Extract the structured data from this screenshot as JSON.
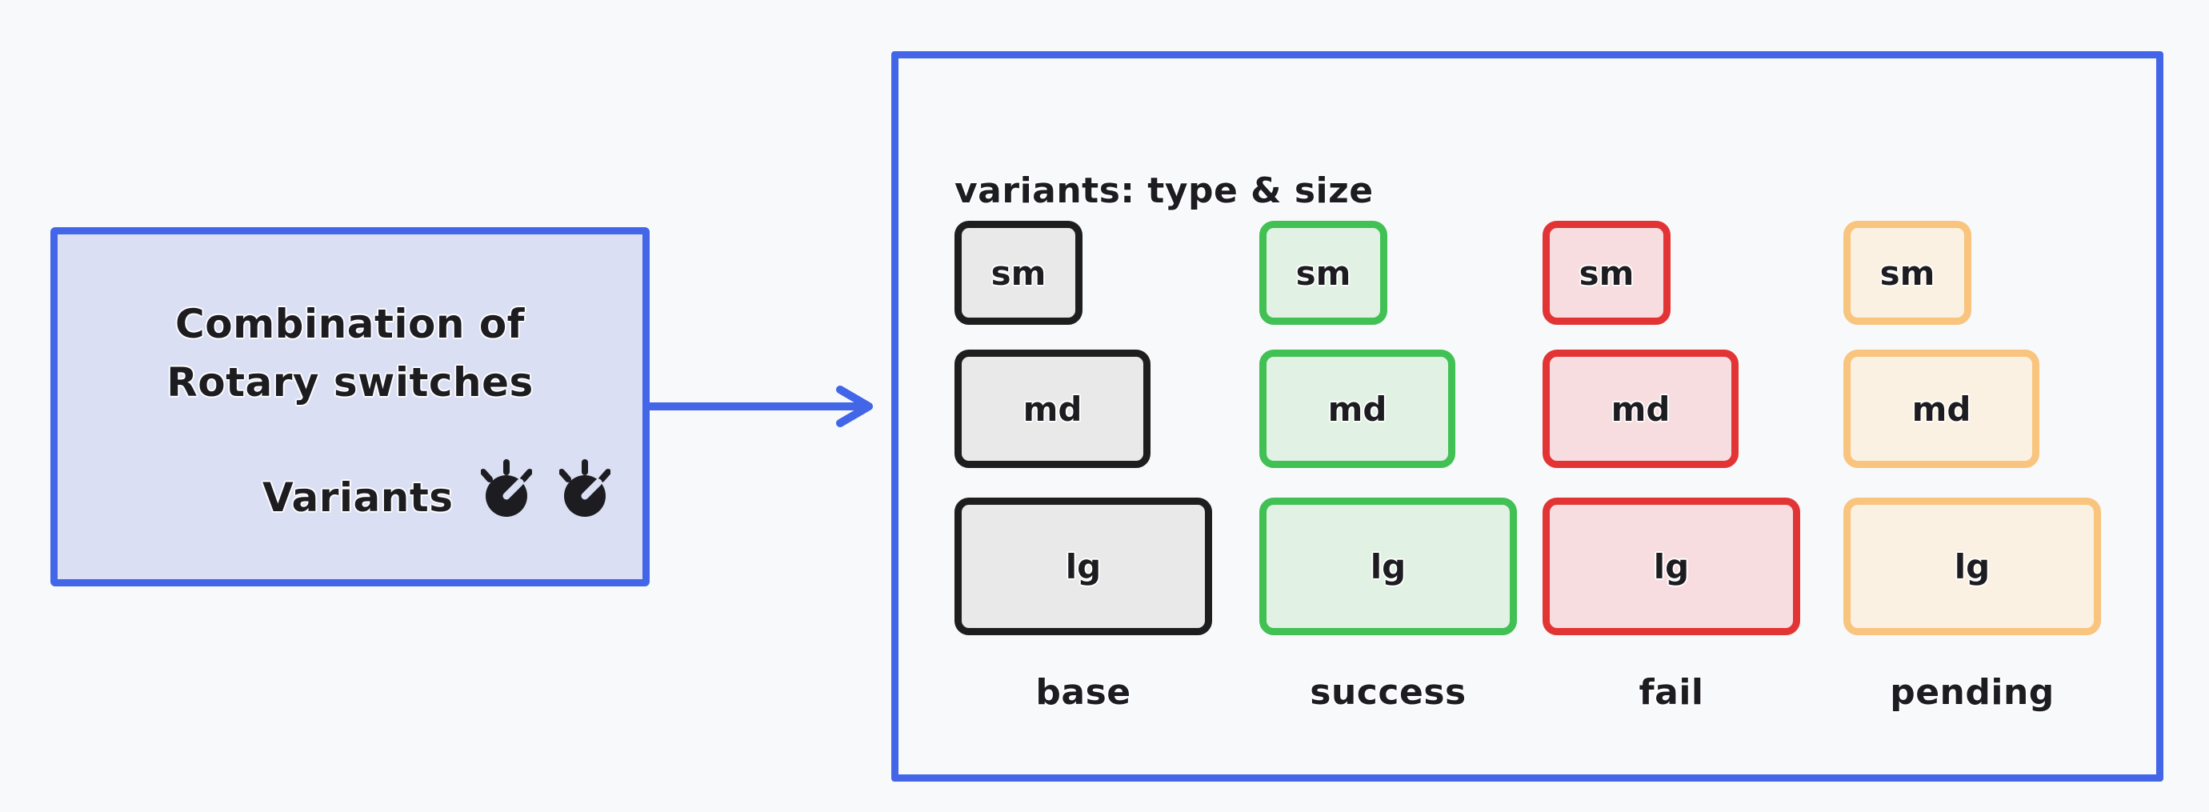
{
  "canvas": {
    "background": "#f8f9fb",
    "accent_blue": "#4365e8",
    "ink": "#1d1d21"
  },
  "source_box": {
    "fill": "#dbdff4",
    "border": "#4365e8",
    "title_line1": "Combination of",
    "title_line2": "Rotary switches",
    "variants_label": "Variants",
    "knob_icon": "rotary-knob"
  },
  "arrow": {
    "color": "#4365e8",
    "direction": "right"
  },
  "panel": {
    "border": "#4365e8",
    "title": "variants: type & size",
    "size_labels": {
      "sm": "sm",
      "md": "md",
      "lg": "lg"
    },
    "columns": [
      {
        "label": "base",
        "stroke": "#1e1e1e",
        "fill": "#e9e9e9"
      },
      {
        "label": "success",
        "stroke": "#41c054",
        "fill": "#e1f1e3"
      },
      {
        "label": "fail",
        "stroke": "#e23434",
        "fill": "#f8dde0"
      },
      {
        "label": "pending",
        "stroke": "#f9c47d",
        "fill": "#fbf1e2"
      }
    ]
  }
}
